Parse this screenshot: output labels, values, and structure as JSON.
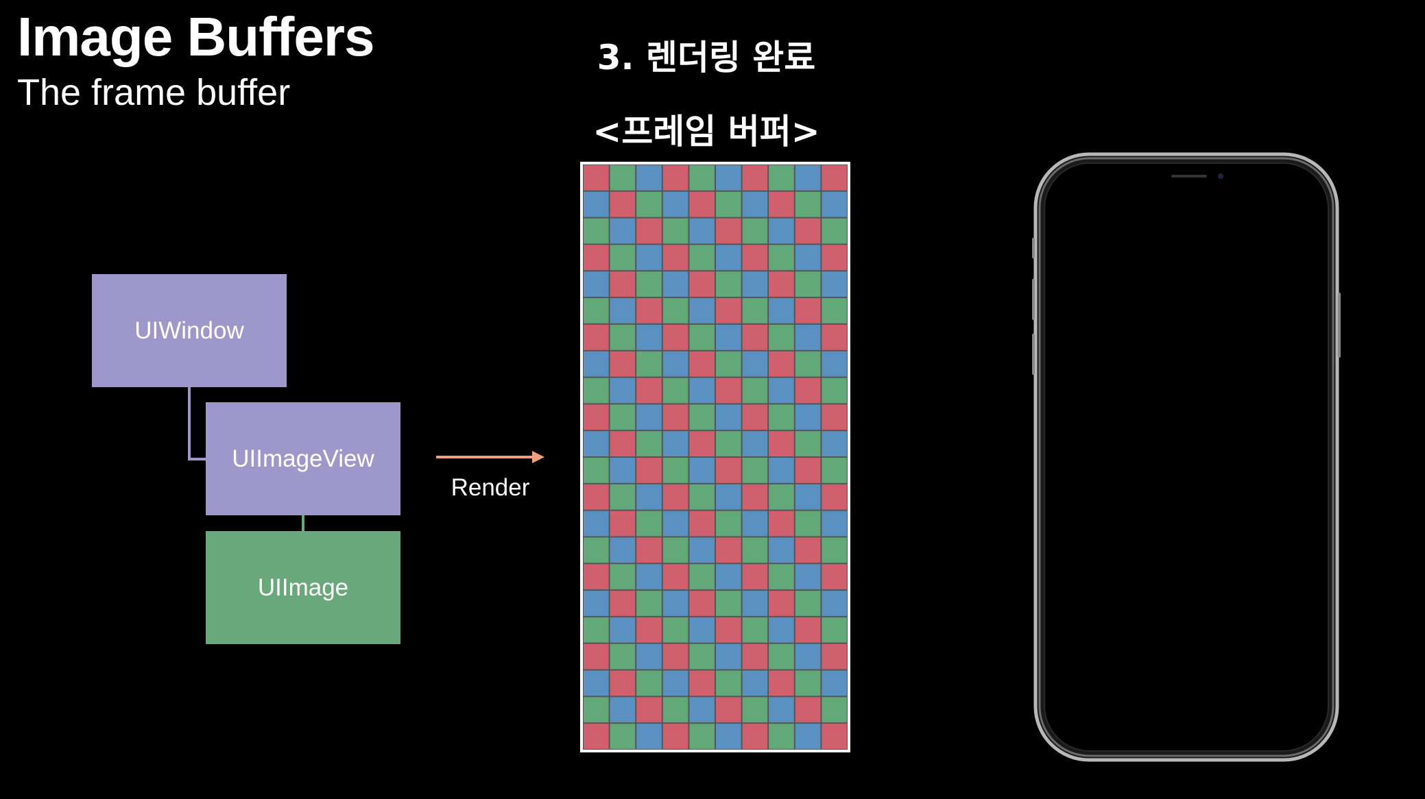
{
  "slide": {
    "title": "Image Buffers",
    "subtitle": "The frame buffer",
    "step_heading": "3. 렌더링 완료",
    "buffer_label": "<프레임 버퍼>",
    "render_label": "Render"
  },
  "diagram": {
    "nodes": [
      {
        "id": "window",
        "label": "UIWindow"
      },
      {
        "id": "imageview",
        "label": "UIImageView"
      },
      {
        "id": "image",
        "label": "UIImage"
      }
    ]
  },
  "frame_buffer": {
    "columns": 10,
    "rows": 22,
    "colors": {
      "red": "#d0606d",
      "green": "#62a878",
      "blue": "#5a91c2"
    },
    "row_pattern_start": [
      "red",
      "green",
      "blue"
    ]
  },
  "colors": {
    "background": "#000000",
    "view_node": "#9e97c9",
    "image_node": "#68a87a",
    "arrow": "#f0a07a",
    "connector_purple": "#9e97c9",
    "connector_green": "#68a87a"
  },
  "icons": {
    "arrow": "right-arrow-icon",
    "device": "iphone-frame-icon"
  }
}
